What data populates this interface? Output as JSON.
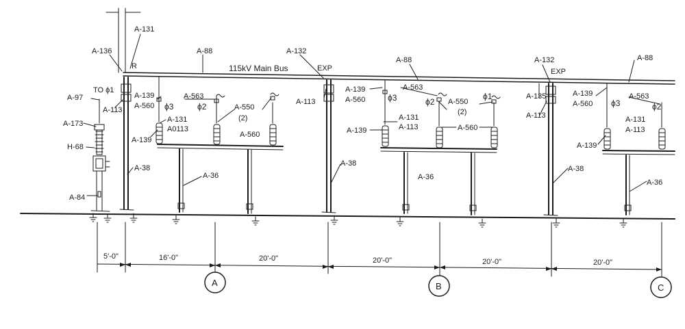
{
  "bus_label": "115kV Main Bus",
  "labels": {
    "a131_top": "A-131",
    "a136": "A-136",
    "r": "R",
    "a88_1": "A-88",
    "a88_2": "A-88",
    "a88_3": "A-88",
    "a132_1": "A-132",
    "a132_2": "A-132",
    "exp_1": "EXP",
    "exp_2": "EXP",
    "a97": "A-97",
    "to_phi1": "TO ϕ1",
    "a113_l": "A-113",
    "a173": "A-173",
    "h68": "H-68",
    "a84": "A-84",
    "a38_1": "A-38",
    "a38_2": "A-38",
    "a38_3": "A-38",
    "a36_1": "A-36",
    "a36_2": "A-36",
    "a36_3": "A-36",
    "a139_a1": "A-139",
    "a560_a1": "A-560",
    "phi3_a": "ϕ3",
    "a563_a": "A-563",
    "phi2_a": "ϕ2",
    "a550_a": "A-550",
    "two_a": "(2)",
    "a131_a": "A-131",
    "a0113_a": "A0113",
    "a139_a2": "A-139",
    "a560_a2": "A-560",
    "a113_m1": "A-113",
    "a139_b1": "A-139",
    "a560_b1": "A-560",
    "phi3_b": "ϕ3",
    "a563_b": "A-563",
    "phi2_b": "ϕ2",
    "a550_b": "A-550",
    "phi1_b": "ϕ1",
    "two_b": "(2)",
    "a131_b": "A-131",
    "a113_b": "A-113",
    "a139_b2": "A-139",
    "a560_b2": "A-560",
    "a135": "A-135",
    "a113_m2": "A-113",
    "a139_c1": "A-139",
    "a560_c1": "A-560",
    "phi3_c": "ϕ3",
    "a563_c": "A-563",
    "phi2_c": "ϕ2",
    "a131_c": "A-131",
    "a113_c": "A-113",
    "a139_c2": "A-139"
  },
  "dimensions": [
    "5'-0\"",
    "16'-0\"",
    "20'-0\"",
    "20'-0\"",
    "20'-0\"",
    "20'-0\""
  ],
  "grid": [
    "A",
    "B",
    "C"
  ]
}
